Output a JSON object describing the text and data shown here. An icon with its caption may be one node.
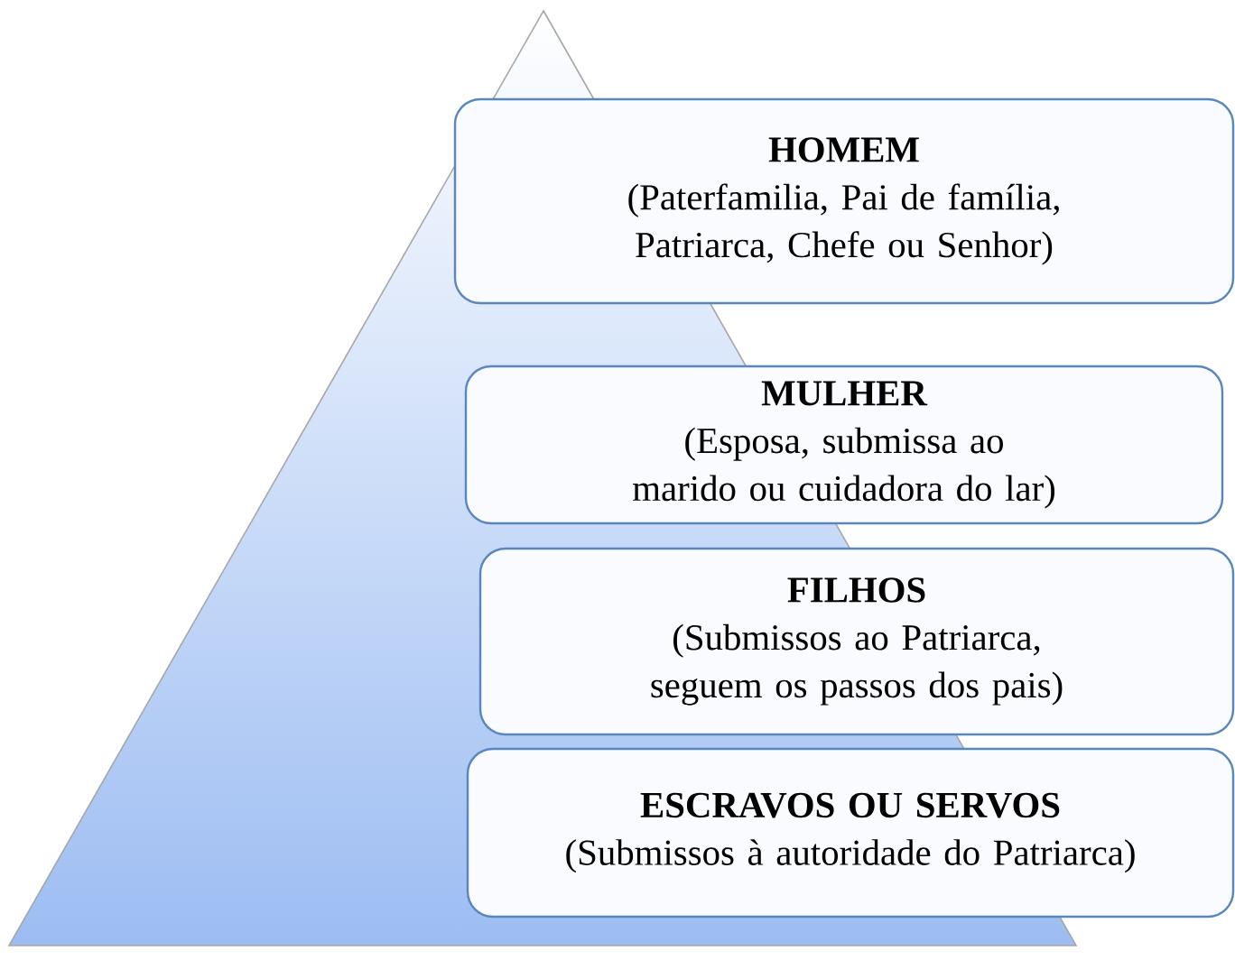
{
  "diagram": {
    "nodes": [
      {
        "text": [
          "HOMEM",
          "(Paterfamilia, Pai de família, Patriarca, Chefe ou Senhor)"
        ]
      },
      {
        "text": [
          "MULHER",
          "(Esposa, submissa ao marido ou cuidadora do lar)"
        ]
      },
      {
        "text": [
          "FILHOS",
          "(Submissos ao Patriarca, seguem os passos dos pais)"
        ]
      },
      {
        "text": [
          "ESCRAVOS OU SERVOS",
          "(Submissos à autoridade do Patriarca)"
        ]
      }
    ]
  }
}
